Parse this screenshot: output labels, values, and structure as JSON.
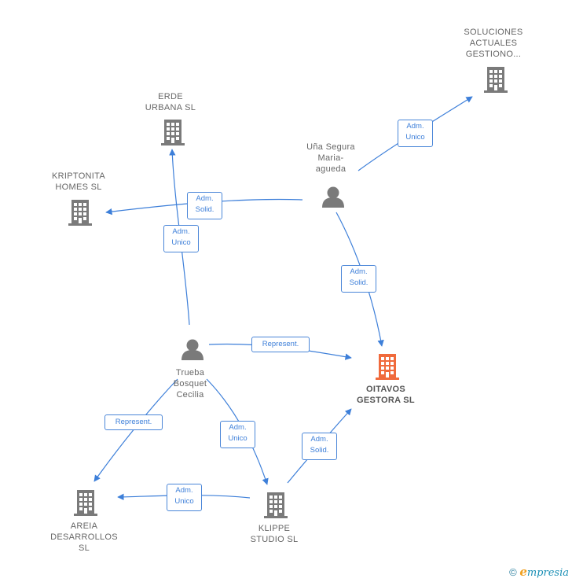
{
  "nodes": {
    "soluciones": {
      "label": "SOLUCIONES\nACTUALES\nGESTIONO...",
      "type": "company"
    },
    "erde": {
      "label": "ERDE\nURBANA SL",
      "type": "company"
    },
    "kriptonita": {
      "label": "KRIPTONITA\nHOMES  SL",
      "type": "company"
    },
    "una": {
      "label": "Uña Segura\nMaria-\nagueda",
      "type": "person"
    },
    "oitavos": {
      "label": "OITAVOS\nGESTORA  SL",
      "type": "company-focus"
    },
    "trueba": {
      "label": "Trueba\nBosquet\nCecilia",
      "type": "person"
    },
    "areia": {
      "label": "AREIA\nDESARROLLOS\nSL",
      "type": "company"
    },
    "klippe": {
      "label": "KLIPPE\nSTUDIO SL",
      "type": "company"
    }
  },
  "edges": [
    {
      "id": "una-soluciones",
      "label": "Adm.\nUnico"
    },
    {
      "id": "una-kriptonita",
      "label": "Adm.\nSolid."
    },
    {
      "id": "trueba-erde",
      "label": "Adm.\nUnico"
    },
    {
      "id": "una-oitavos",
      "label": "Adm.\nSolid."
    },
    {
      "id": "trueba-oitavos",
      "label": "Represent."
    },
    {
      "id": "trueba-areia",
      "label": "Represent."
    },
    {
      "id": "trueba-klippe",
      "label": "Adm.\nUnico"
    },
    {
      "id": "klippe-oitavos",
      "label": "Adm.\nSolid."
    },
    {
      "id": "klippe-areia",
      "label": "Adm.\nUnico"
    }
  ],
  "colors": {
    "edge": "#3d7fd9",
    "company": "#7a7a7a",
    "focus": "#f06a3c",
    "person": "#7a7a7a"
  },
  "footer": {
    "copyright": "©",
    "brand": "mpresia",
    "brand_initial": "e"
  }
}
